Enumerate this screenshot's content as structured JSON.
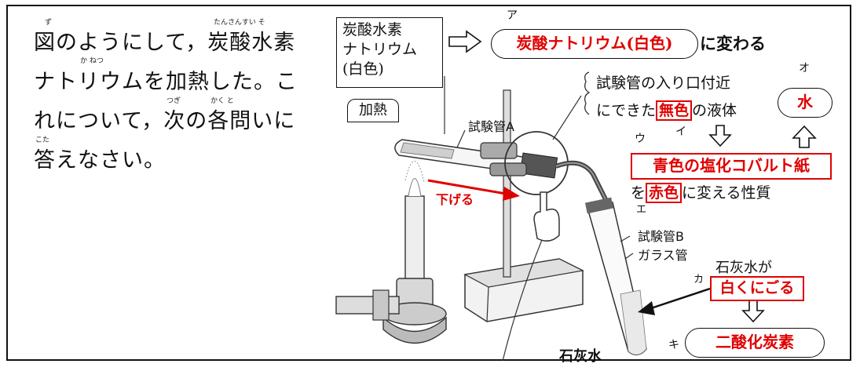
{
  "question": {
    "ruby": {
      "zu": "ず",
      "tansansui_so": "たんさんすい そ",
      "kanetsu": "か ねつ",
      "tsugi": "つぎ",
      "kakuto": "かく と",
      "kota": "こた"
    },
    "lines": [
      "図のようにして，炭酸水素",
      "ナトリウムを加熱した。こ",
      "れについて，次の各問いに",
      "答えなさい。"
    ]
  },
  "labels": {
    "substance_lines": [
      "炭酸水素",
      "ナトリウム",
      "(白色)"
    ],
    "heating": "加熱",
    "becomes_suffix": "に変わる",
    "sodium_carbonate": "炭酸ナトリウム(白色)",
    "liquid_line1": "試験管の入り口付近",
    "liquid_line2_pre": "にできた",
    "colorless": "無色",
    "liquid_line2_post": "の液体",
    "water": "水",
    "cobalt_paper": "青色の塩化コバルト紙",
    "wo": "を",
    "red_color": "赤色",
    "change_suffix": "に変える性質",
    "test_tube_a": "試験管A",
    "test_tube_b": "試験管B",
    "glass_tube": "ガラス管",
    "lower": "下げる",
    "limewater_label": "石灰水",
    "limewater_becomes": "石灰水が",
    "cloudy": "白くにごる",
    "co2": "二酸化炭素",
    "mark_a": "ア",
    "mark_i": "イ",
    "mark_u": "ウ",
    "mark_e": "エ",
    "mark_o": "オ",
    "mark_ka": "カ",
    "mark_ki": "キ"
  },
  "colors": {
    "accent": "#e00000",
    "line": "#111111"
  }
}
